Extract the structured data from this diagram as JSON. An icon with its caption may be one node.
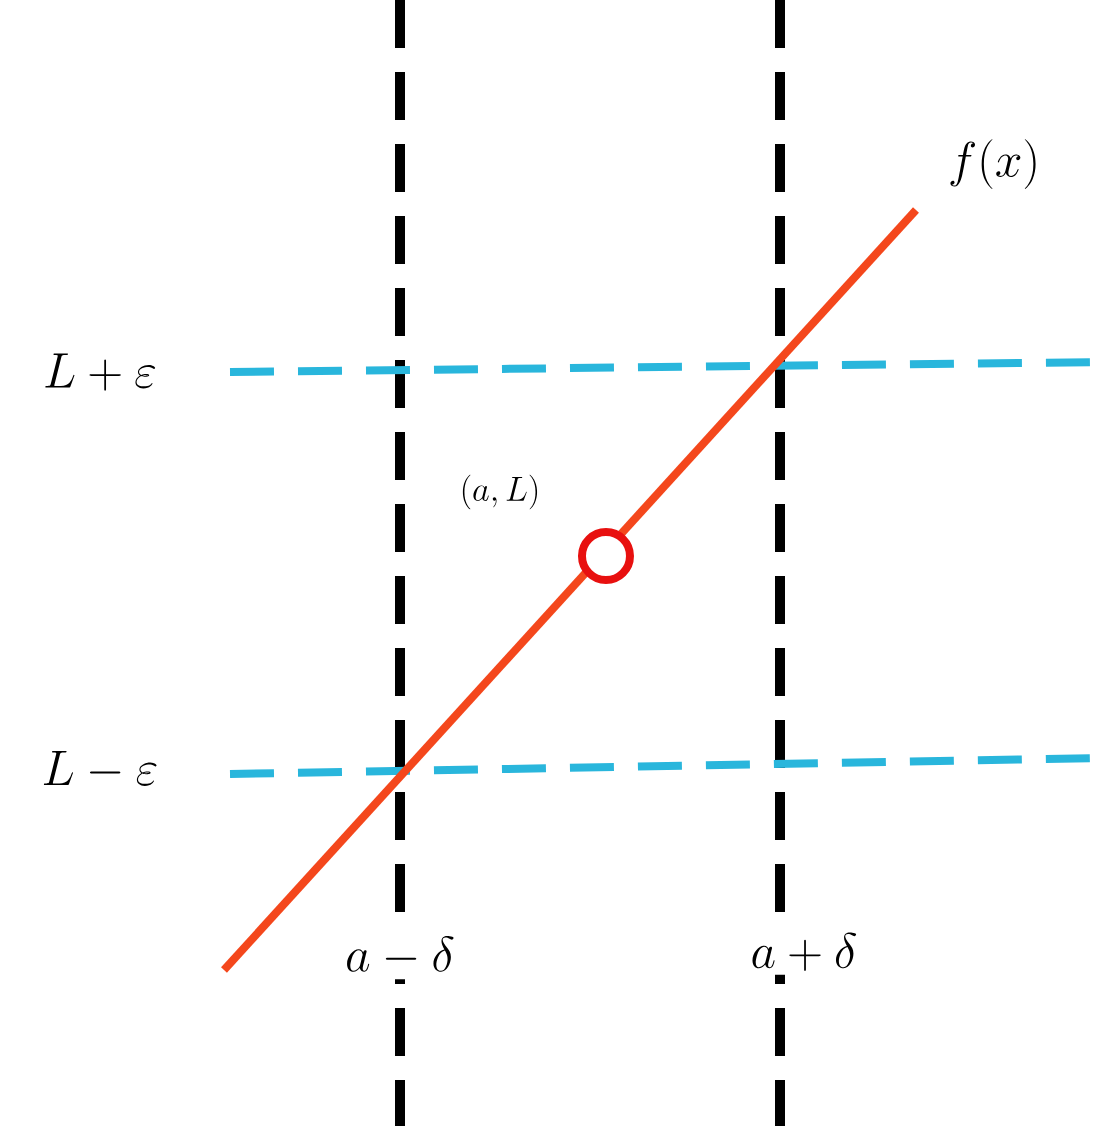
{
  "diagram": {
    "labels": [
      "f(x)",
      "L+\\varepsilon",
      "(a,L)",
      "L-\\varepsilon",
      "a-\\delta",
      "a+\\delta"
    ]
  }
}
